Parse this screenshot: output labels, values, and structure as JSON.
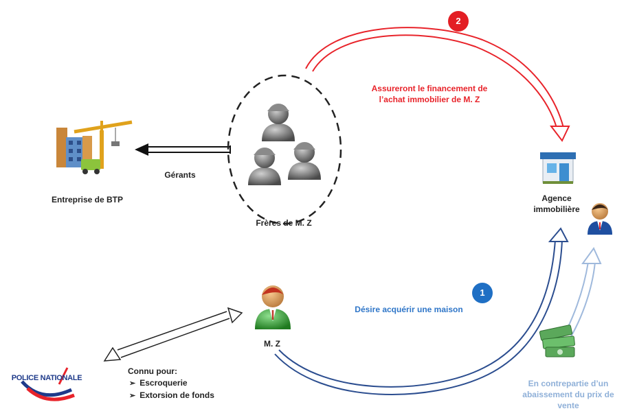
{
  "nodes": {
    "entreprise": "Entreprise de BTP",
    "freres": "Frères de M. Z",
    "agence_line1": "Agence",
    "agence_line2": "immobilière",
    "mz": "M. Z",
    "police": "POLICE NATIONALE"
  },
  "edges": {
    "gerants": "Gérants",
    "financement_line1": "Assureront le financement de",
    "financement_line2": "l’achat immobilier de M. Z",
    "desire": "Désire acquérir une maison",
    "contrepartie_line1": "En contrepartie d’un",
    "contrepartie_line2": "abaissement du  prix de",
    "contrepartie_line3": "vente"
  },
  "steps": {
    "one": "1",
    "two": "2"
  },
  "known_for": {
    "title": "Connu pour:",
    "items": [
      "Escroquerie",
      "Extorsion de fonds"
    ]
  },
  "icons": {
    "construction": "construction-site-icon",
    "brothers": "worker-group-icon",
    "agency": "store-building-icon",
    "agent": "agent-person-icon",
    "mz": "person-icon",
    "money": "money-stack-icon",
    "police": "police-logo"
  },
  "colors": {
    "red": "#e8232a",
    "blue_dark": "#2b4d8f",
    "blue_text": "#2f76c8",
    "blue_pale": "#9fb9dc",
    "badge_blue": "#1f6fc4",
    "badge_red": "#e31e24"
  }
}
